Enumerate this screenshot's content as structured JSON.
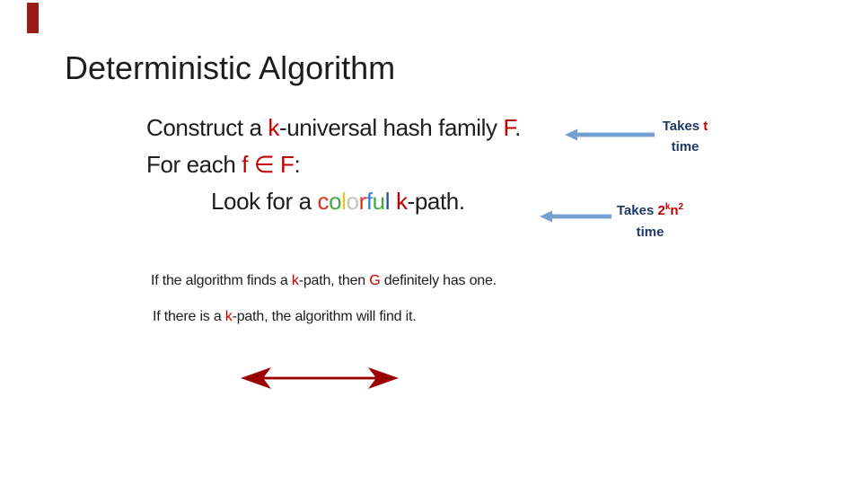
{
  "slide": {
    "title": "Deterministic Algorithm"
  },
  "palette": {
    "text": "#1d1d1d",
    "red": "#C00000",
    "navy": "#1F3864",
    "arrow_blue": "#74A1D1",
    "double_arrow_red": "#9B0000",
    "accent_bar": "#9B1B1B"
  },
  "pseudocode": {
    "line1": {
      "seg0": "Construct a ",
      "seg1": "k",
      "seg2": "-universal hash family ",
      "seg3": "F",
      "seg4": "."
    },
    "line2": {
      "seg0": "For each ",
      "seg1": "f ∈ F",
      "seg2": ":"
    },
    "line3": {
      "seg0": "Look for a ",
      "colorful": [
        {
          "ch": "c",
          "color": "#E0301E"
        },
        {
          "ch": "o",
          "color": "#46A946"
        },
        {
          "ch": "l",
          "color": "#EDC120"
        },
        {
          "ch": "o",
          "color": "#C4C4C4"
        },
        {
          "ch": "r",
          "color": "#E0301E"
        },
        {
          "ch": "f",
          "color": "#2F7FD0"
        },
        {
          "ch": "u",
          "color": "#46A946"
        },
        {
          "ch": "l",
          "color": "#2050A0"
        }
      ],
      "seg1": " ",
      "seg2": "k",
      "seg3": "-path."
    }
  },
  "annotations": {
    "label1": {
      "prefix": "Takes ",
      "highlight": "t",
      "line2": "time"
    },
    "label2": {
      "prefix": "Takes ",
      "base1": "2",
      "sup1": "k",
      "base2": "n",
      "sup2": "2",
      "line2": "time"
    }
  },
  "statements": {
    "s1": {
      "seg0": "If the algorithm finds a ",
      "seg1": "k",
      "seg2": "-path, then ",
      "seg3": "G",
      "seg4": " definitely has one."
    },
    "s2": {
      "seg0": "If there is a ",
      "seg1": "k",
      "seg2": "-path, the algorithm will find it."
    }
  }
}
